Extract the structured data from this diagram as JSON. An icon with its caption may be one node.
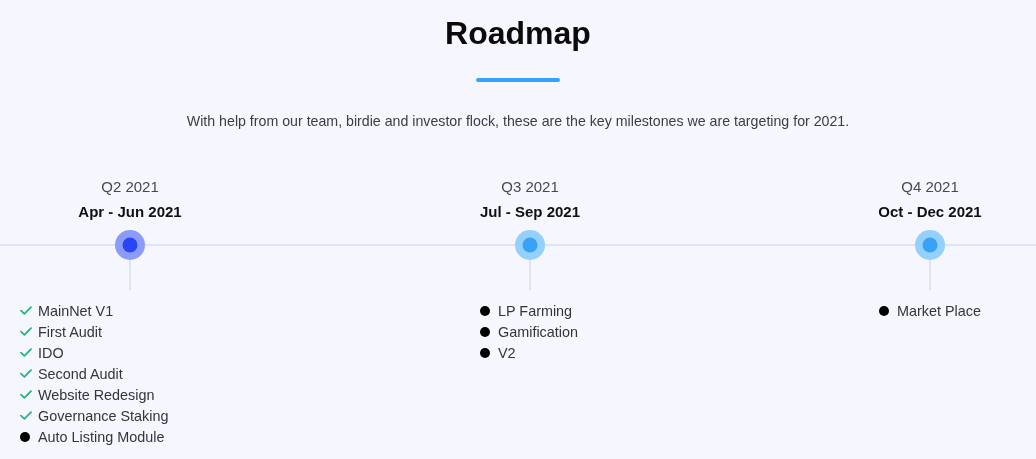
{
  "diagram": {
    "title": "Roadmap",
    "nodes": [
      {
        "text": [],
        "shape": "circle",
        "beside": [
          "Q2 2021",
          "Apr - Jun 2021"
        ]
      },
      {
        "text": [
          "MainNet V1",
          "First Audit",
          "IDO",
          "Second Audit",
          "Website Redesign",
          "Governance Staking",
          "Auto Listing Module"
        ]
      },
      {
        "text": [],
        "shape": "circle",
        "beside": [
          "Q3 2021",
          "Jul - Sep 2021"
        ]
      },
      {
        "text": [
          "LP Farming",
          "Gamification",
          "V2"
        ]
      },
      {
        "text": [],
        "shape": "circle",
        "beside": [
          "Q4 2021",
          "Oct - Dec 2021"
        ]
      },
      {
        "text": [
          "Market Place"
        ]
      }
    ],
    "edges": [
      {
        "from": 0,
        "to": 1,
        "arrow": "none"
      },
      {
        "from": 0,
        "to": 2,
        "arrow": "none"
      },
      {
        "from": 2,
        "to": 3,
        "arrow": "none"
      },
      {
        "from": 2,
        "to": 4,
        "arrow": "none"
      },
      {
        "from": 4,
        "to": 5,
        "arrow": "none"
      }
    ],
    "labels": [
      "With help from our team, birdie and investor flock, these are the key milestones we are targeting for 2021."
    ]
  }
}
